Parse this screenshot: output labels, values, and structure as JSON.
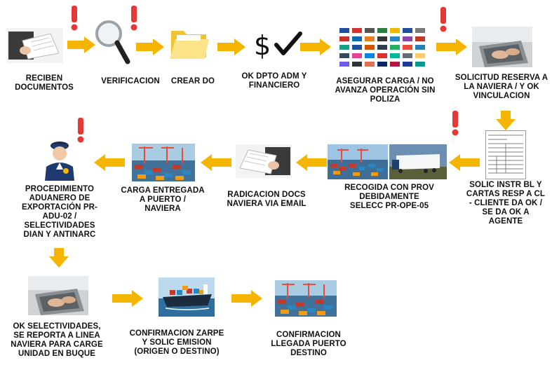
{
  "colors": {
    "arrow": "#F5B400",
    "warning": "#E53935",
    "text": "#111111"
  },
  "steps": [
    {
      "label": "RECIBEN DOCUMENTOS",
      "icon": "document-handover-icon",
      "warning": true
    },
    {
      "label": "VERIFICACION",
      "icon": "magnifier-icon",
      "warning": true
    },
    {
      "label": "CREAR DO",
      "icon": "folder-icon",
      "warning": false
    },
    {
      "label": "OK DPTO ADM Y FINANCIERO",
      "icon": "dollar-check-icon",
      "warning": false
    },
    {
      "label": "ASEGURAR CARGA / NO AVANZA OPERACIÓN SIN POLIZA",
      "icon": "insurer-logos-icon",
      "warning": true
    },
    {
      "label": "SOLICITUD RESERVA A LA NAVIERA / Y OK VINCULACION",
      "icon": "laptop-typing-icon",
      "warning": false
    },
    {
      "label": "SOLIC INSTR BL Y CARTAS RESP A CL - CLIENTE DA OK / SE DA OK A AGENTE",
      "icon": "bl-document-icon",
      "warning": false
    },
    {
      "label": "RECOGIDA CON PROV DEBIDAMENTE SELECC PR-OPE-05",
      "icon": "port-truck-icon",
      "warning": true
    },
    {
      "label": "RADICACION DOCS NAVIERA VIA EMAIL",
      "icon": "document-handover-icon",
      "warning": false
    },
    {
      "label": "CARGA ENTREGADA A PUERTO / NAVIERA",
      "icon": "port-containers-icon",
      "warning": false
    },
    {
      "label": "PROCEDIMIENTO ADUANERO DE EXPORTACIÓN  PR-ADU-02 / SELECTIVIDADES DIAN Y ANTINARC",
      "icon": "customs-officer-icon",
      "warning": true
    },
    {
      "label": "OK SELECTIVIDADES, SE REPORTA A LINEA NAVIERA PARA CARGE UNIDAD EN BUQUE",
      "icon": "laptop-typing-icon",
      "warning": false
    },
    {
      "label": "CONFIRMACION ZARPE Y SOLIC EMISION (ORIGEN O DESTINO)",
      "icon": "container-ship-icon",
      "warning": false
    },
    {
      "label": "CONFIRMACION LLEGADA PUERTO DESTINO",
      "icon": "port-containers-icon",
      "warning": false
    }
  ]
}
